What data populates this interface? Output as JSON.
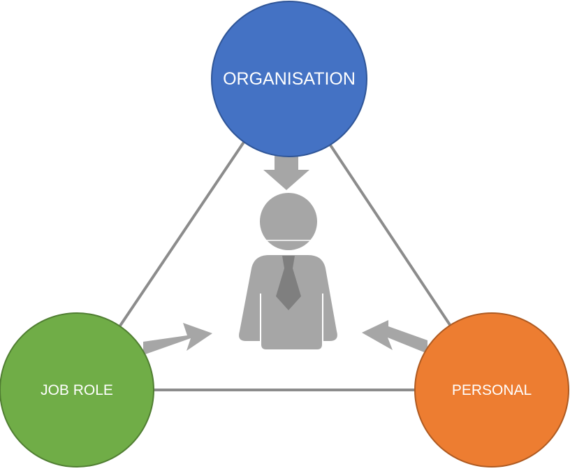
{
  "nodes": {
    "organisation": {
      "label": "ORGANISATION",
      "color": "#4472C4",
      "stroke": "#2F5597"
    },
    "job_role": {
      "label": "JOB ROLE",
      "color": "#70AD47",
      "stroke": "#507E32"
    },
    "personal": {
      "label": "PERSONAL",
      "color": "#ED7D31",
      "stroke": "#AE5A21"
    }
  },
  "colors": {
    "connector": "#8C8C8C",
    "arrow": "#A6A6A6",
    "person": "#A6A6A6",
    "tie": "#7F7F7F"
  },
  "icons": {
    "center": "person-with-tie-icon",
    "arrows": "arrow-icon"
  }
}
